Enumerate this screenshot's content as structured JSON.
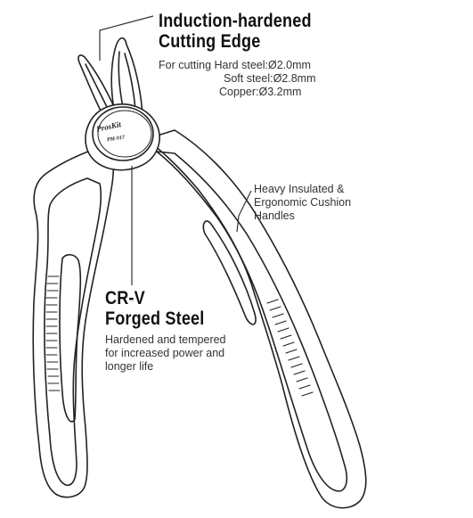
{
  "cutting_edge": {
    "title_line1": "Induction-hardened",
    "title_line2": "Cutting Edge",
    "spec_line1": "For cutting Hard steel:Ø2.0mm",
    "spec_line2": "Soft steel:Ø2.8mm",
    "spec_line3": "Copper:Ø3.2mm"
  },
  "handles": {
    "line1": "Heavy Insulated &",
    "line2": "Ergonomic Cushion",
    "line3": "Handles"
  },
  "steel": {
    "title_line1": "CR-V",
    "title_line2": "Forged Steel",
    "line1": "Hardened and tempered",
    "line2": "for increased power and",
    "line3": "longer life"
  },
  "pivot": {
    "brand": "ProsKit",
    "model": "PM-917"
  },
  "colors": {
    "outline": "#222222",
    "leader_line": "#333333",
    "background": "#ffffff"
  }
}
